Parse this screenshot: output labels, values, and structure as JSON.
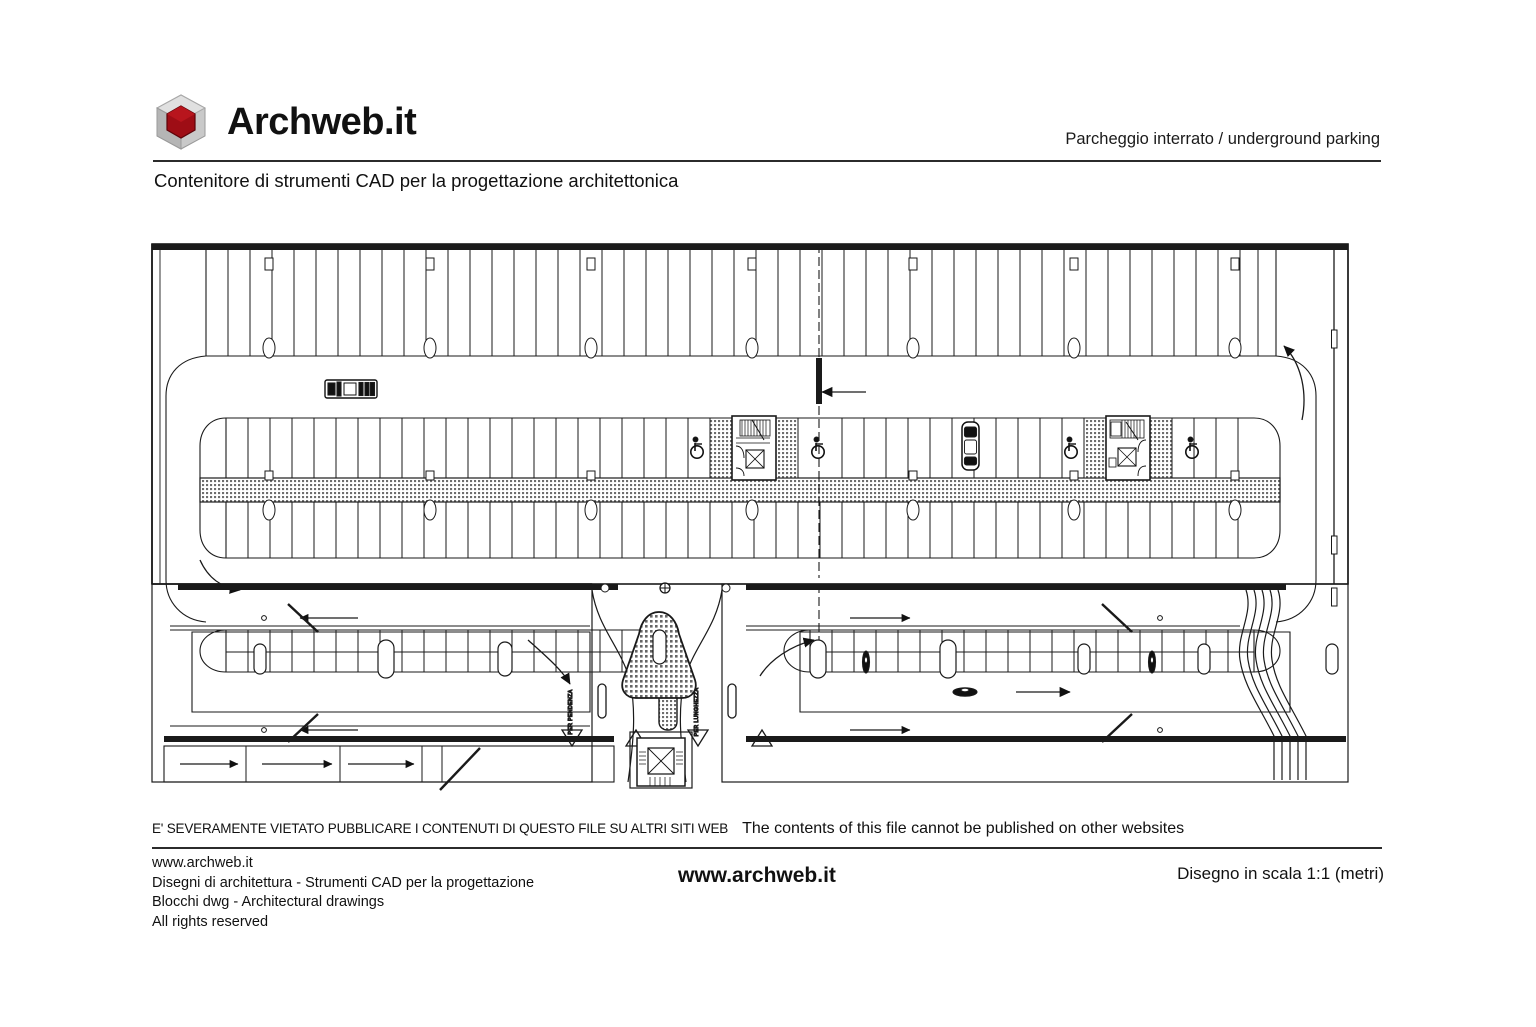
{
  "header": {
    "brand": "Archweb.it",
    "logo_icon": "hexagon-cube-logo-icon",
    "title_right": "Parcheggio interrato  /  underground parking",
    "subtitle": "Contenitore di strumenti CAD per la progettazione architettonica"
  },
  "footer": {
    "notice_it": "E' SEVERAMENTE VIETATO PUBBLICARE I CONTENUTI DI QUESTO FILE SU ALTRI SITI WEB",
    "notice_en": "The contents of this file cannot be published on other websites",
    "left_lines": [
      "www.archweb.it",
      "Disegni di architettura - Strumenti CAD  per la progettazione",
      "Blocchi dwg - Architectural drawings",
      "All rights reserved"
    ],
    "center_url": "www.archweb.it",
    "scale_note": "Disegno in scala 1:1 (metri)"
  },
  "drawing": {
    "name": "underground-parking-plan",
    "description": "CAD plan of an underground parking garage with parking bays, circulation aisles, two stair/lift cores, accessible bays, central ramp island and entry/exit ramps.",
    "line_color": "#1a1a1a",
    "hatch_color": "#808080",
    "labels": {
      "ramp_left": "PER PENDENZA",
      "ramp_right": "PER LUNGHEZZA"
    },
    "elements": {
      "accessible_bay_icon": "wheelchair-icon",
      "stair_core_icon": "stair-lift-core-icon",
      "elevator_icon": "elevator-shaft-icon",
      "car_icon": "car-plan-icon",
      "direction_arrow_icon": "direction-arrow-icon",
      "give_way_icon": "give-way-triangle-icon",
      "break_line_icon": "section-break-line-icon",
      "traffic_island_icon": "traffic-island-icon"
    },
    "counts": {
      "top_bay_rows": 4,
      "bottom_bay_rows": 2,
      "stair_cores": 3,
      "accessible_bays": 4,
      "cars_shown": 5
    }
  }
}
